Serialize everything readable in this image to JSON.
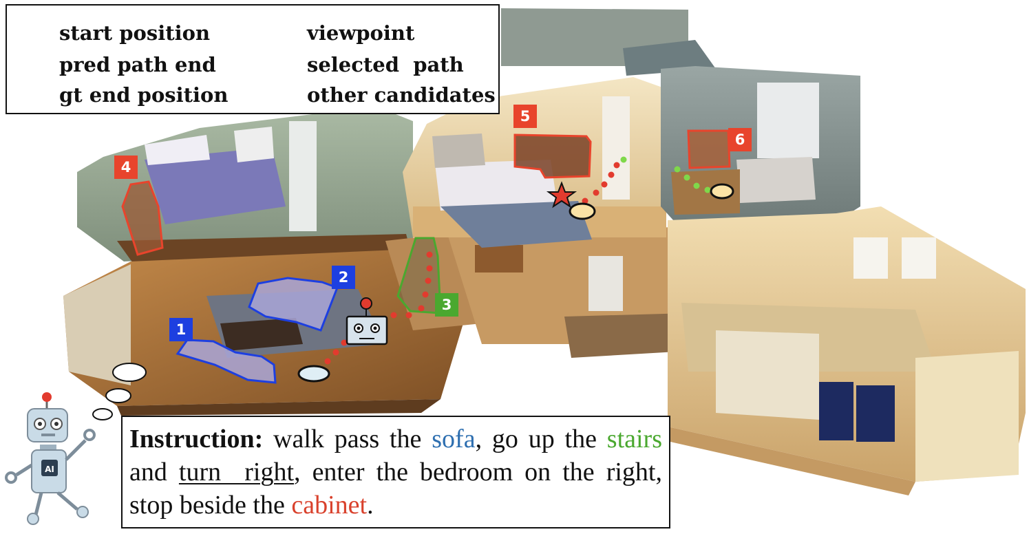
{
  "legend": {
    "start_position": "start position",
    "pred_path_end": "pred path end",
    "gt_end_position": "gt end position",
    "viewpoint": "viewpoint",
    "selected_path": "selected  path",
    "other_candidates": "other candidates"
  },
  "tags": {
    "t1": "1",
    "t2": "2",
    "t3": "3",
    "t4": "4",
    "t5": "5",
    "t6": "6"
  },
  "robot": {
    "chip_label": "AI"
  },
  "instruction": {
    "label": "Instruction:",
    "part1": " walk pass the ",
    "sofa": "sofa",
    "part2": ", go up the ",
    "stairs": "stairs",
    "part3": " and ",
    "turn_right": "turn  right",
    "part4": ", enter the bedroom on the right, stop beside the ",
    "cabinet": "cabinet",
    "part5": "."
  },
  "colors": {
    "object_red": "#e8442c",
    "object_blue": "#1d3fe0",
    "object_green": "#4aa82f",
    "selected_path_dot": "#e23b2e",
    "candidate_dot": "#7fd84a",
    "start_ellipse": "#dfeef5",
    "pred_end_ellipse": "#fbe3a6"
  }
}
